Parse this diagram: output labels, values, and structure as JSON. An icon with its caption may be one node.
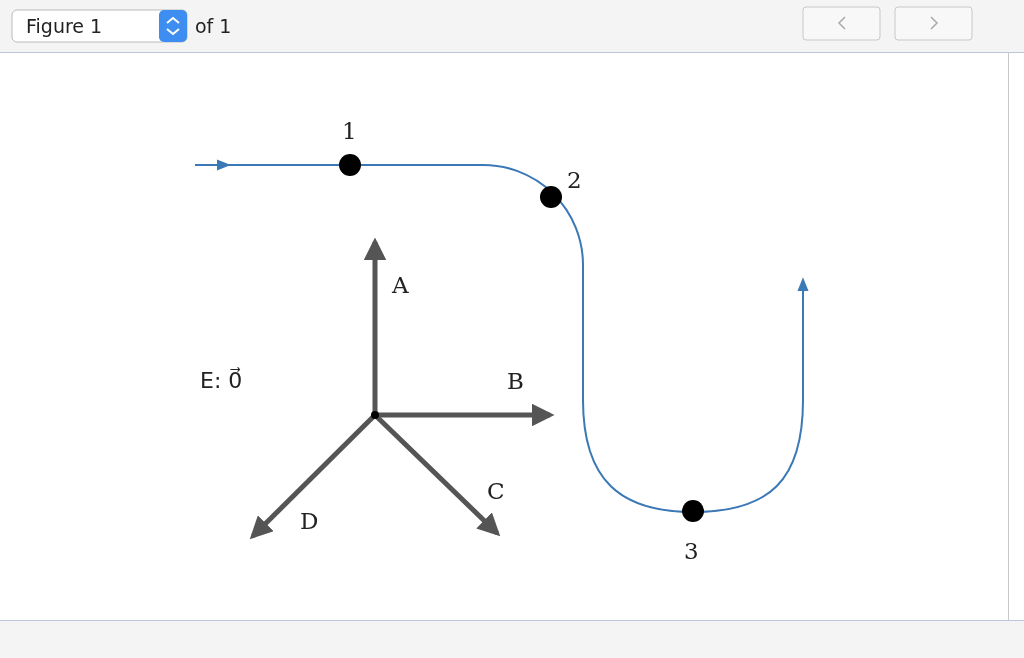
{
  "diagram": {
    "labels": [
      "Figure 1",
      "of 1",
      "1",
      "2",
      "A",
      "E: 0⃗",
      "B",
      "C",
      "D",
      "3"
    ]
  }
}
